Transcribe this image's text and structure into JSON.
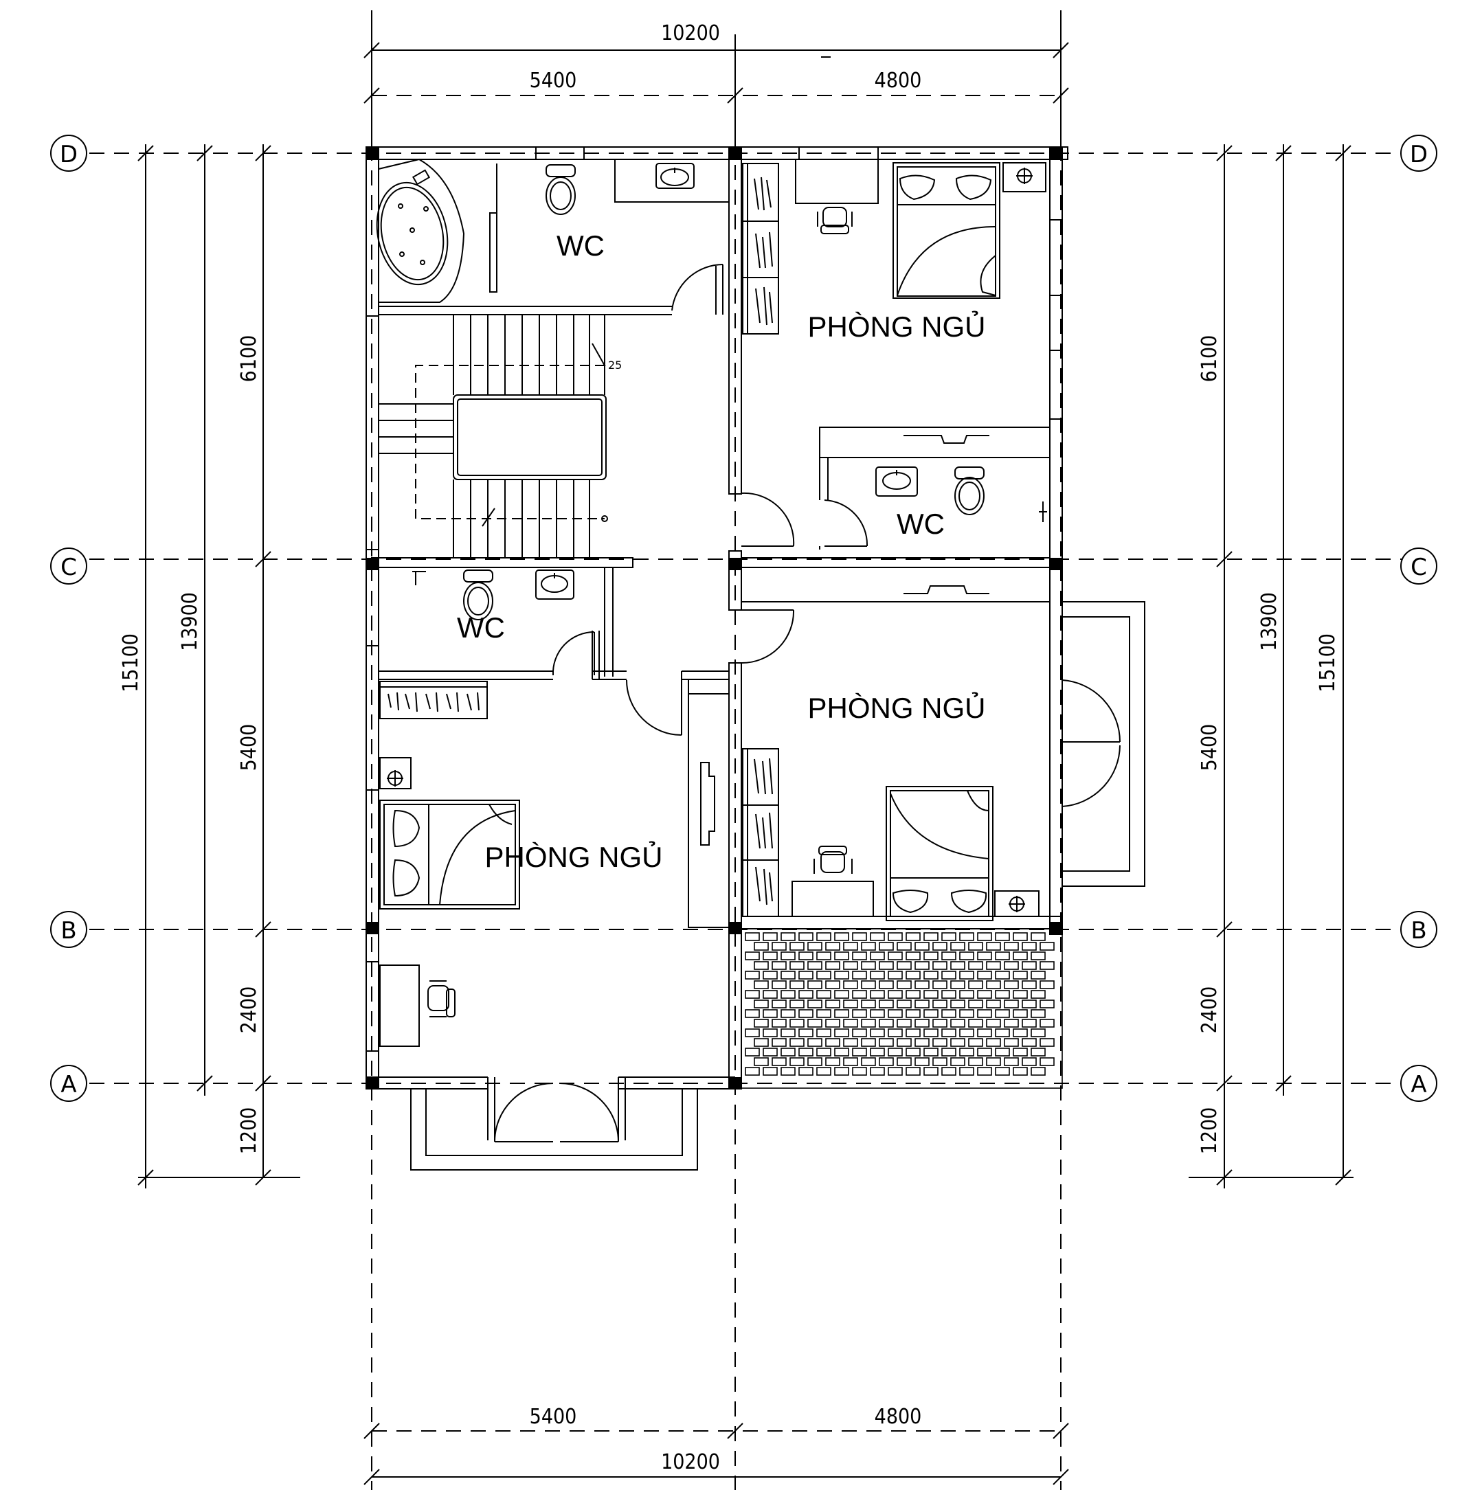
{
  "dimensions": {
    "top_total": "10200",
    "top_left": "5400",
    "top_right": "4800",
    "bottom_total": "10200",
    "bottom_left": "5400",
    "bottom_right": "4800",
    "left_total": "15100",
    "left_sub": "13900",
    "left_seg_dc": "6100",
    "left_seg_cb": "5400",
    "left_seg_ba": "2400",
    "left_seg_balcony": "1200",
    "right_total": "15100",
    "right_sub": "13900",
    "right_seg_dc": "6100",
    "right_seg_cb": "5400",
    "right_seg_ba": "2400",
    "right_seg_balcony": "1200"
  },
  "axes": {
    "d": "D",
    "c": "C",
    "b": "B",
    "a": "A"
  },
  "rooms": {
    "wc_top": "WC",
    "bedroom_top_right": "PHÒNG NGỦ",
    "wc_right": "WC",
    "wc_left": "WC",
    "bedroom_mid_right": "PHÒNG NGỦ",
    "bedroom_left": "PHÒNG NGỦ"
  },
  "stair": {
    "step_number": "25"
  }
}
